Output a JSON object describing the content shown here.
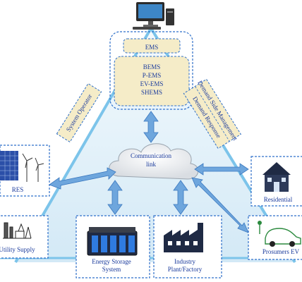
{
  "ems": {
    "title": "EMS",
    "modules": [
      "BEMS",
      "P-EMS",
      "EV-EMS",
      "SHEMS"
    ]
  },
  "system_operator": "System Operator",
  "demand_side_management": "Demand Side Management",
  "demand_response": "Demand Response",
  "communication": {
    "line1": "Communication",
    "line2": "link"
  },
  "nodes": {
    "res": "RES",
    "utility_supply": "Utility Supply",
    "energy_storage": [
      "Energy Storage",
      "System"
    ],
    "industry": [
      "Industry",
      "Plant/Factory"
    ],
    "residential": "Residential",
    "prosumers_ev": "Prosumers EV"
  },
  "colors": {
    "triangle_fill": "#e3f1fa",
    "triangle_edge": "#7cc4ea",
    "box_border": "#2e6fc9",
    "ems_fill": "#f5ecc8",
    "arrow_fill": "#6ea6dd",
    "label_blue": "#1a3a9c"
  },
  "icons": [
    "computer-icon",
    "solar-panel-icon",
    "wind-turbine-icon",
    "power-plant-icon",
    "battery-icon",
    "factory-icon",
    "house-icon",
    "ev-car-icon",
    "cloud-icon"
  ]
}
